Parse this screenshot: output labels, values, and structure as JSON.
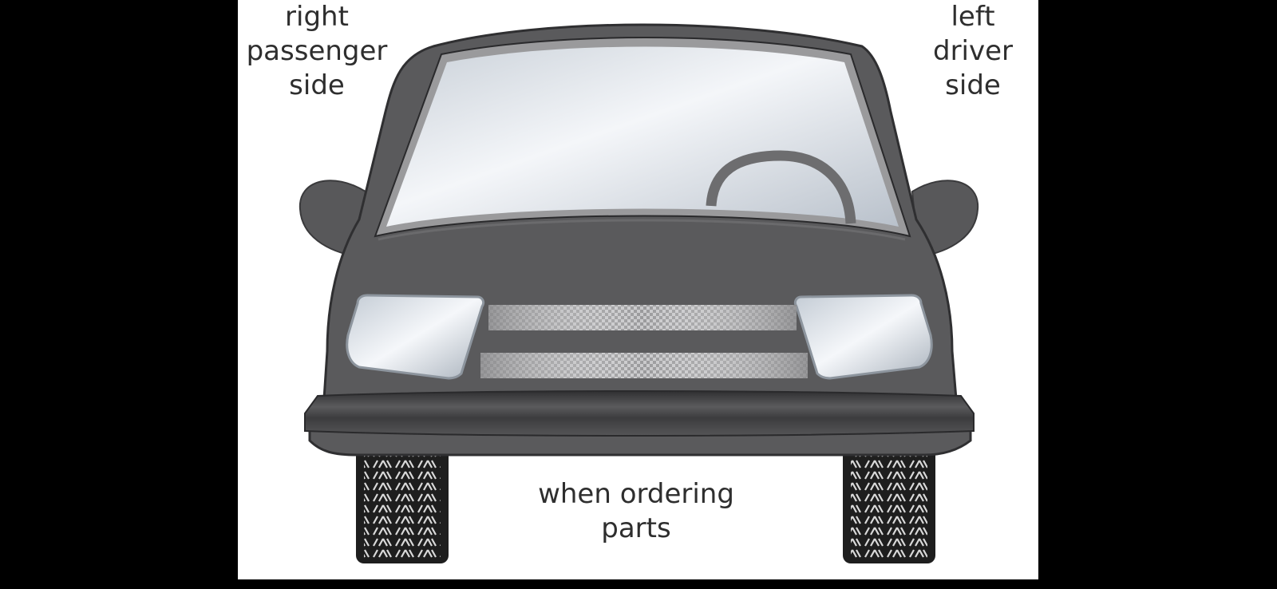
{
  "labels": {
    "right_side": [
      "right",
      "passenger",
      "side"
    ],
    "left_side": [
      "left",
      "driver",
      "side"
    ],
    "bottom_note": [
      "when ordering",
      "parts"
    ]
  },
  "colors": {
    "background": "#000000",
    "panel": "#ffffff",
    "body": "#5a5a5c",
    "body_dark": "#3e3e40",
    "glass": "#dde3ea",
    "tire": "#1e1e1e",
    "text": "#2e2e2e"
  }
}
